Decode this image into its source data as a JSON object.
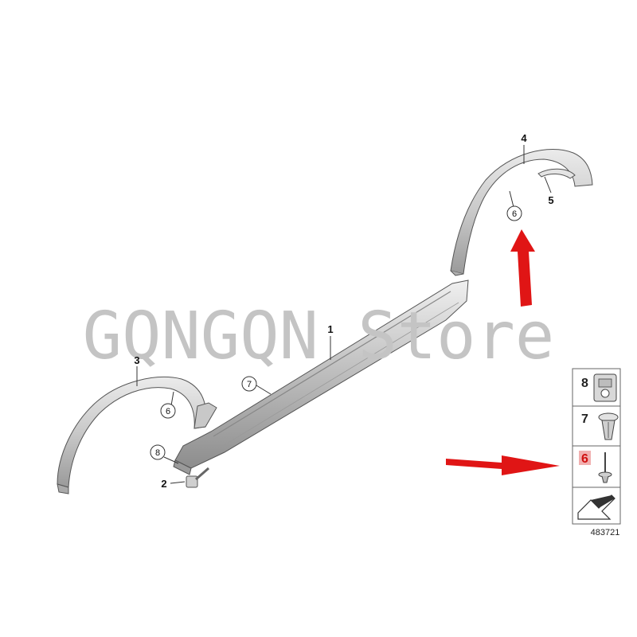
{
  "watermark": "GQNGQN Store",
  "callouts": {
    "side_skirt": "1",
    "clip_2": "2",
    "front_arch": "3",
    "rear_arch": "4",
    "arch_insert": "5",
    "c6_front": "6",
    "c6_rear": "6",
    "c7": "7",
    "c8": "8"
  },
  "legend": {
    "items": [
      {
        "num": "8",
        "icon": "nut-clip-icon"
      },
      {
        "num": "7",
        "icon": "expanding-rivet-icon"
      },
      {
        "num": "6",
        "icon": "push-pin-icon",
        "highlight": true
      }
    ],
    "highlight_color": "#e05050",
    "doc_number": "483721"
  },
  "colors": {
    "arrow": "#e01515",
    "part_fill": "#d6d6d6",
    "part_stroke": "#555555"
  }
}
